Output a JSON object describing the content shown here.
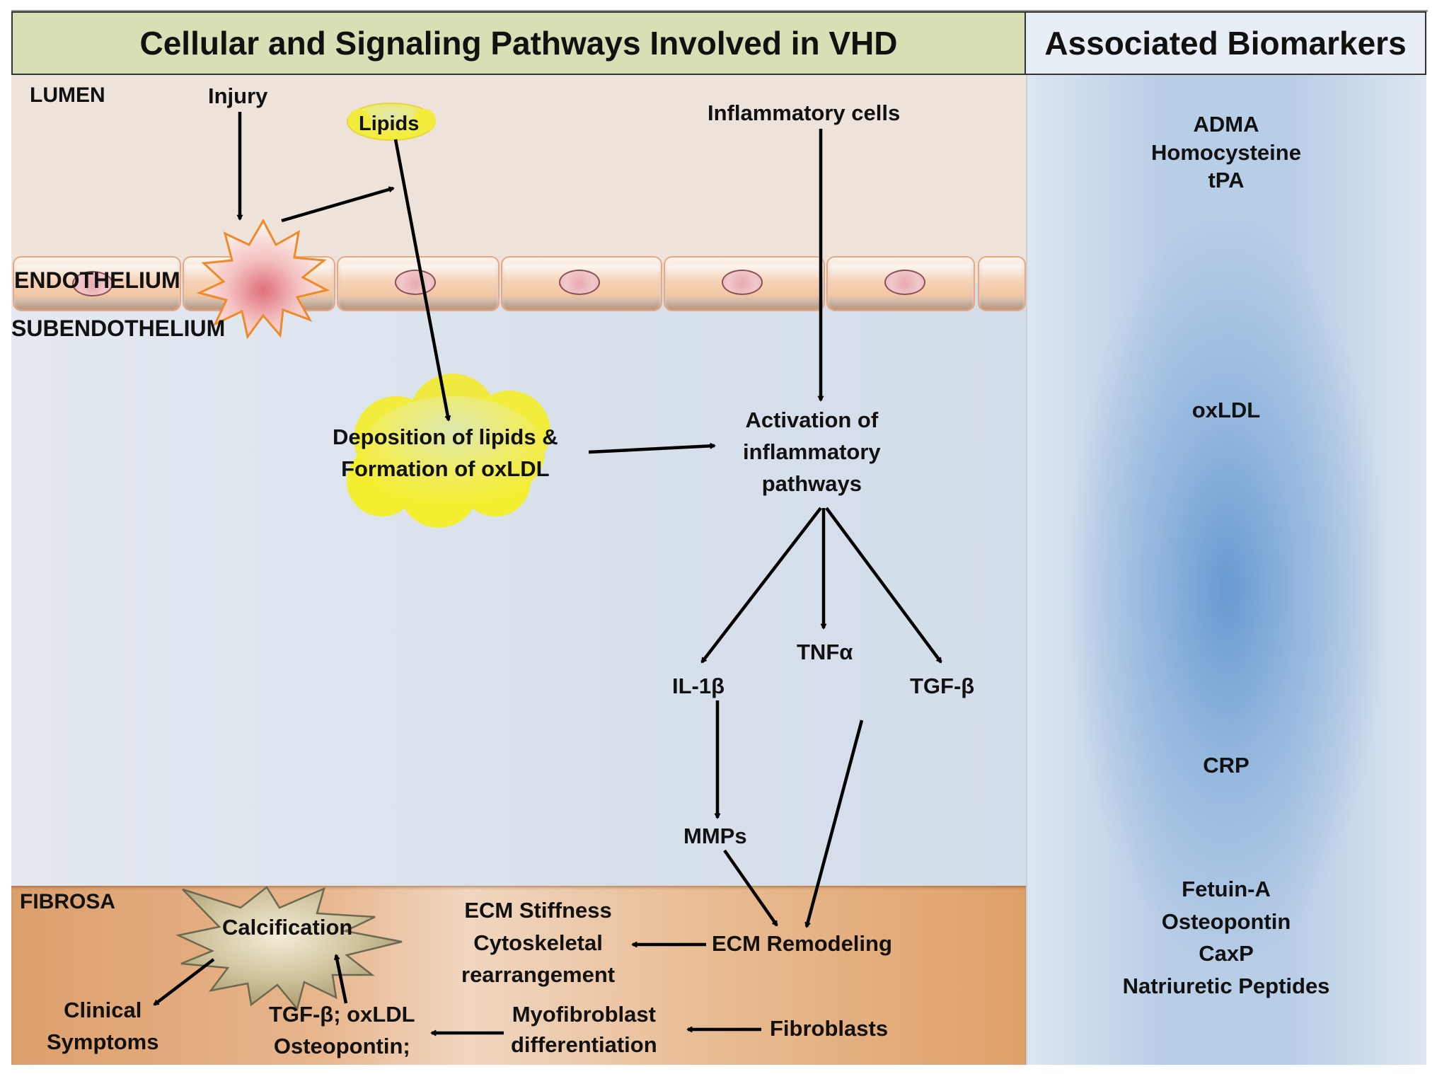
{
  "header": {
    "left_title": "Cellular and Signaling Pathways Involved in VHD",
    "right_title": "Associated Biomarkers"
  },
  "regions": {
    "lumen": "LUMEN",
    "endothelium": "ENDOTHELIUM",
    "subendothelium": "SUBENDOTHELIUM",
    "fibrosa": "FIBROSA"
  },
  "nodes": {
    "injury": "Injury",
    "lipids": "Lipids",
    "inflammatory_cells": "Inflammatory  cells",
    "deposition": [
      "Deposition of lipids &",
      "Formation of oxLDL"
    ],
    "activation": [
      "Activation of",
      "inflammatory",
      "pathways"
    ],
    "il1b": "IL-1β",
    "tnfa": "TNFα",
    "tgfb": "TGF-β",
    "mmps": "MMPs",
    "ecm_remodeling": "ECM Remodeling",
    "ecm_stiffness": [
      "ECM Stiffness",
      "Cytoskeletal",
      "rearrangement"
    ],
    "calcification": "Calcification",
    "clinical_symptoms": [
      "Clinical",
      "Symptoms"
    ],
    "tgfb_oxldl": [
      "TGF-β; oxLDL",
      "Osteopontin;"
    ],
    "myofibroblast": [
      "Myofibroblast",
      "differentiation"
    ],
    "fibroblasts": "Fibroblasts"
  },
  "biomarkers": {
    "group1": [
      "ADMA",
      "Homocysteine",
      "tPA"
    ],
    "group2": [
      "oxLDL"
    ],
    "group3": [
      "CRP"
    ],
    "group4": [
      "Fetuin-A",
      "Osteopontin",
      "CaxP",
      "Natriuretic Peptides"
    ]
  },
  "colors": {
    "header_left_bg": "#d6e0b4",
    "header_right_bg": "#e8eef6",
    "lumen_bg": "#ede3da",
    "subendothelium_bg": "#d7e0ea",
    "fibrosa_bg": "#dfa068",
    "biomarker_center": "#689ad0",
    "lipid_cloud": "#f2ee3c",
    "injury_star_stroke": "#ee8a2a",
    "calcification_fill": "#c9bd95",
    "arrow": "#000000"
  }
}
